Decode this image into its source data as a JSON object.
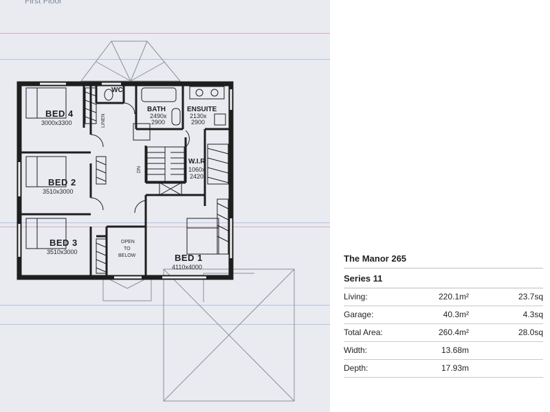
{
  "floor_title": "First Floor",
  "rooms": {
    "bed4": {
      "name": "BED 4",
      "dim": "3000x3300"
    },
    "bed2": {
      "name": "BED 2",
      "dim": "3510x3000"
    },
    "bed3": {
      "name": "BED 3",
      "dim": "3510x3000"
    },
    "bed1": {
      "name": "BED 1",
      "dim": "4110x4000"
    },
    "bath": {
      "name": "BATH",
      "dim_a": "2490x",
      "dim_b": "2900"
    },
    "ensuite": {
      "name": "ENSUITE",
      "dim_a": "2130x",
      "dim_b": "2900"
    },
    "wir": {
      "name": "W.I.R",
      "dim_a": "1060x",
      "dim_b": "2420"
    },
    "wc": {
      "name": "WC"
    },
    "linen": {
      "name": "LINEN"
    },
    "stairs": {
      "label": "DN"
    },
    "void": {
      "line1": "OPEN",
      "line2": "TO",
      "line3": "BELOW"
    }
  },
  "specs": {
    "model": "The Manor 265",
    "series": "Series 11",
    "rows": [
      {
        "label": "Living:",
        "metric": "220.1m²",
        "sq": "23.7sq"
      },
      {
        "label": "Garage:",
        "metric": "40.3m²",
        "sq": "4.3sq"
      },
      {
        "label": "Total Area:",
        "metric": "260.4m²",
        "sq": "28.0sq"
      },
      {
        "label": "Width:",
        "metric": "13.68m",
        "sq": ""
      },
      {
        "label": "Depth:",
        "metric": "17.93m",
        "sq": ""
      }
    ]
  },
  "colors": {
    "panel_bg": "#e9ebf1",
    "wall": "#1e1e1e",
    "roof_line": "#8a8f99",
    "rule_pink": "#d9a9c3",
    "rule_blue": "#b3c0e0"
  }
}
